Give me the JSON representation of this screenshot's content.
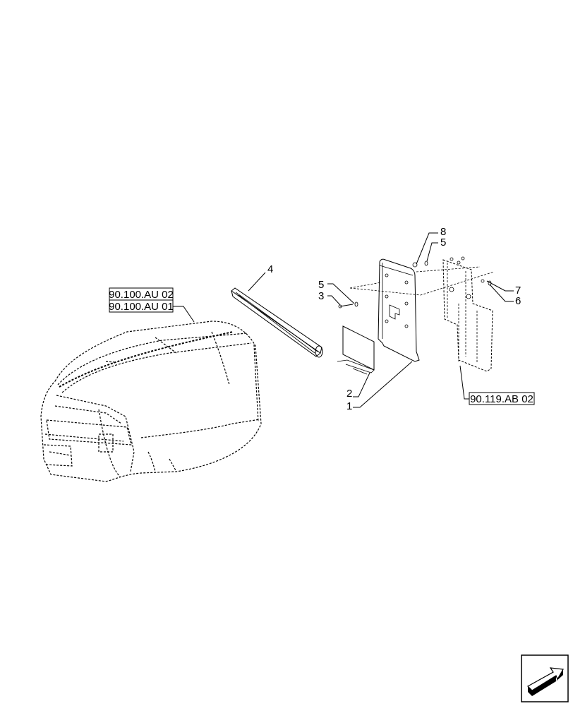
{
  "references": {
    "ref_1": "90.100.AU 02",
    "ref_2": "90.100.AU 01",
    "ref_3": "90.119.AB 02"
  },
  "callouts": {
    "c1": "1",
    "c2": "2",
    "c3": "3",
    "c4": "4",
    "c5a": "5",
    "c5b": "5",
    "c6": "6",
    "c7": "7",
    "c8": "8"
  },
  "icons": {
    "nav": "next-page-arrow-icon"
  }
}
